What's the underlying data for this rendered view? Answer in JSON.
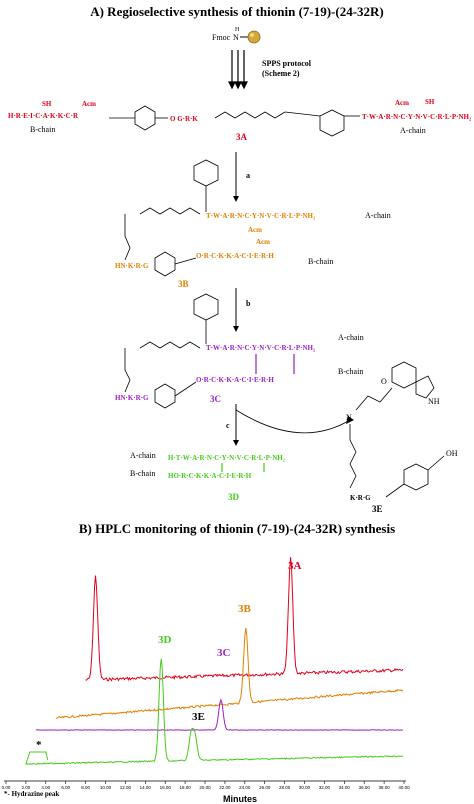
{
  "titles": {
    "a": "A) Regioselective synthesis of thionin (7-19)-(24-32R)",
    "b": "B) HPLC monitoring of thionin (7-19)-(24-32R) synthesis"
  },
  "scheme": {
    "fmoc": "Fmoc",
    "n_label": "N",
    "h_label": "H",
    "spps": "SPPS protocol",
    "spps_ref": "(Scheme 2)",
    "step_a": "a",
    "step_b": "b",
    "step_c": "c",
    "compounds": {
      "c3a": "3A",
      "c3b": "3B",
      "c3c": "3C",
      "c3d": "3D",
      "c3e": "3E"
    },
    "chains": {
      "a": "A-chain",
      "b": "B-chain"
    },
    "acm": "Acm",
    "sh": "SH",
    "oh": "OH",
    "n_h": "N",
    "nh": "NH",
    "o_label": "O",
    "r3a_b": "H·R·E·I·C·A·K·K·C·R",
    "r3a_a": "T·W·A·R·N·C·Y·N·V·C·R·L·P·NH₂",
    "r3a_link": "O  G·R·K",
    "r3b_a": "T·W·A·R·N·C·Y·N·V·C·R·L·P·NH₂",
    "r3b_b": "O·R·C·K·K·A·C·I·E·R·H",
    "r3b_k": "HN·K·R·G",
    "r3c_a": "T·W·A·R·N·C·Y·N·V·C·R·L·P·NH₂",
    "r3c_b": "O·R·C·K·K·A·C·I·E·R·H",
    "r3c_k": "HN·K·R·G",
    "r3d_a": "H·T·W·A·R·N·C·Y·N·V·C·R·L·P·NH₂",
    "r3d_b": "HO·R·C·K·K·A·C·I·E·R·H",
    "r3e_k": "K·R·G"
  },
  "chart_data": {
    "type": "line",
    "title": "B) HPLC monitoring of thionin (7-19)-(24-32R) synthesis",
    "xlabel": "Minutes",
    "xlim": [
      0,
      40
    ],
    "xticks": [
      "0.00",
      "2.00",
      "4.00",
      "6.00",
      "8.00",
      "10.00",
      "12.00",
      "14.00",
      "16.00",
      "18.00",
      "20.00",
      "22.00",
      "24.00",
      "26.00",
      "28.00",
      "30.00",
      "32.00",
      "34.00",
      "36.00",
      "38.00",
      "40.00"
    ],
    "footnote": "*- Hydrazine peak",
    "star": "*",
    "series": [
      {
        "name": "3A",
        "color": "#e2001a",
        "peaks": [
          {
            "x": 9.0,
            "y": 0.9
          },
          {
            "x": 28.6,
            "y": 1.0
          }
        ]
      },
      {
        "name": "3B",
        "color": "#e08000",
        "peaks": [
          {
            "x": 24.1,
            "y": 0.78
          }
        ]
      },
      {
        "name": "3C",
        "color": "#9b1fc7",
        "peaks": [
          {
            "x": 21.6,
            "y": 0.48
          }
        ]
      },
      {
        "name": "3D",
        "color": "#44cc1c",
        "peaks": [
          {
            "x": 15.6,
            "y": 0.8
          },
          {
            "x": 18.6,
            "y": 0.2
          },
          {
            "x": 19.0,
            "y": 0.18
          }
        ]
      }
    ],
    "peak_labels": {
      "p3a": "3A",
      "p3b": "3B",
      "p3c": "3C",
      "p3d": "3D",
      "p3e": "3E"
    }
  }
}
